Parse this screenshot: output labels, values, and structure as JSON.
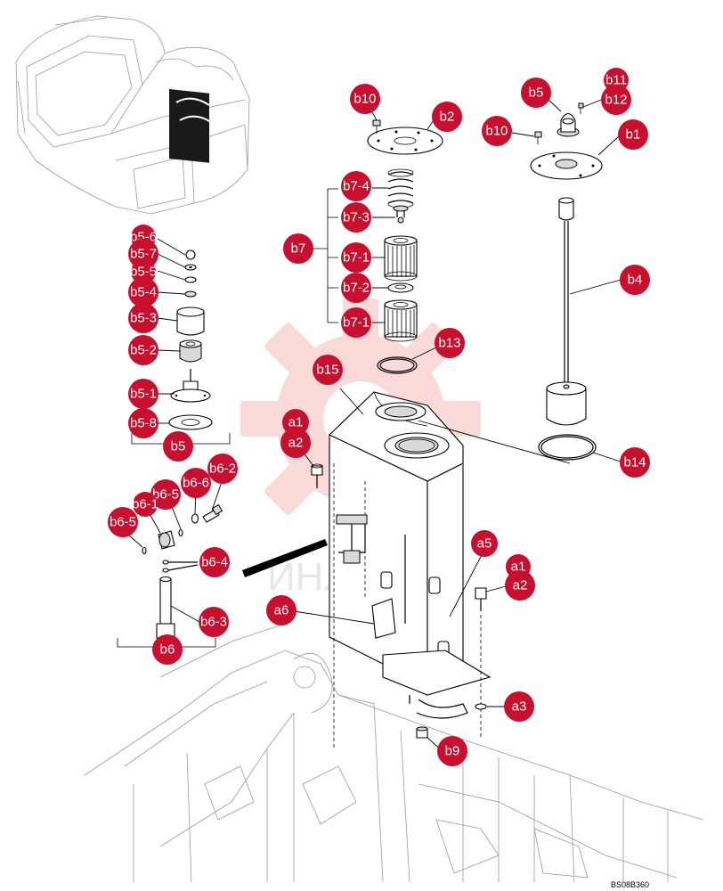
{
  "figure": {
    "reference_code": "BS08B360",
    "watermark_text": "ИНЛЕХ",
    "callout_color": "#c8102e"
  },
  "callouts": [
    {
      "id": "b10_top",
      "label": "b10"
    },
    {
      "id": "b2",
      "label": "b2"
    },
    {
      "id": "b5",
      "label": "b5"
    },
    {
      "id": "b11",
      "label": "b11"
    },
    {
      "id": "b12",
      "label": "b12"
    },
    {
      "id": "b10_right",
      "label": "b10"
    },
    {
      "id": "b1",
      "label": "b1"
    },
    {
      "id": "b7-4",
      "label": "b7-4"
    },
    {
      "id": "b7-3",
      "label": "b7-3"
    },
    {
      "id": "b7",
      "label": "b7"
    },
    {
      "id": "b7-1_a",
      "label": "b7-1"
    },
    {
      "id": "b7-2",
      "label": "b7-2"
    },
    {
      "id": "b7-1_b",
      "label": "b7-1"
    },
    {
      "id": "b4",
      "label": "b4"
    },
    {
      "id": "b5-6",
      "label": "b5-6"
    },
    {
      "id": "b5-7",
      "label": "b5-7"
    },
    {
      "id": "b5-5",
      "label": "b5-5"
    },
    {
      "id": "b5-4",
      "label": "b5-4"
    },
    {
      "id": "b5-3",
      "label": "b5-3"
    },
    {
      "id": "b5-2",
      "label": "b5-2"
    },
    {
      "id": "b13",
      "label": "b13"
    },
    {
      "id": "b15",
      "label": "b15"
    },
    {
      "id": "b5-1",
      "label": "b5-1"
    },
    {
      "id": "b5-8",
      "label": "b5-8"
    },
    {
      "id": "b5_group",
      "label": "b5"
    },
    {
      "id": "a1_left",
      "label": "a1"
    },
    {
      "id": "a2_left",
      "label": "a2"
    },
    {
      "id": "b14",
      "label": "b14"
    },
    {
      "id": "b6-2",
      "label": "b6-2"
    },
    {
      "id": "b6-6",
      "label": "b6-6"
    },
    {
      "id": "b6-5_top",
      "label": "b6-5"
    },
    {
      "id": "b6-1",
      "label": "b6-1"
    },
    {
      "id": "b6-5_left",
      "label": "b6-5"
    },
    {
      "id": "a5",
      "label": "a5"
    },
    {
      "id": "b6-4",
      "label": "b6-4"
    },
    {
      "id": "a1_right",
      "label": "a1"
    },
    {
      "id": "a2_right",
      "label": "a2"
    },
    {
      "id": "a6",
      "label": "a6"
    },
    {
      "id": "b6-3",
      "label": "b6-3"
    },
    {
      "id": "b6_group",
      "label": "b6"
    },
    {
      "id": "a3",
      "label": "a3"
    },
    {
      "id": "b9",
      "label": "b9"
    }
  ]
}
